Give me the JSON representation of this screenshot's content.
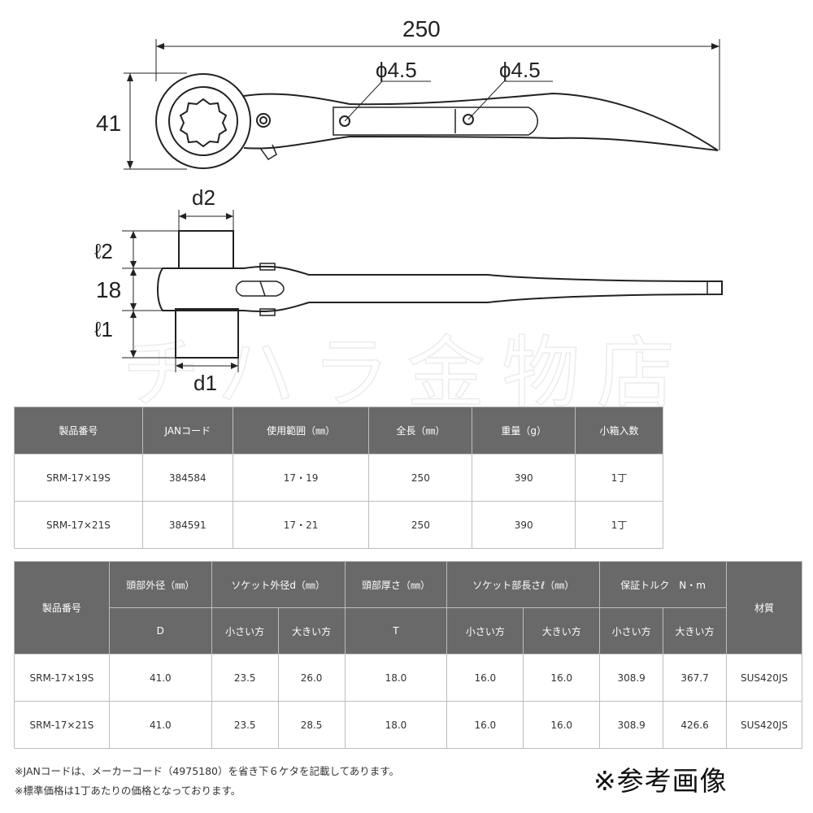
{
  "drawing": {
    "overall_length": "250",
    "head_diameter": "41",
    "hole1": "ϕ4.5",
    "hole2": "ϕ4.5",
    "d2": "d2",
    "l2": "ℓ2",
    "thickness": "18",
    "l1": "ℓ1",
    "d1": "d1"
  },
  "watermark": "チハラ金物店",
  "table1": {
    "headers": [
      "製品番号",
      "JANコード",
      "使用範囲（㎜）",
      "全長（㎜）",
      "重量（g）",
      "小箱入数"
    ],
    "rows": [
      [
        "SRM-17×19S",
        "384584",
        "17・19",
        "250",
        "390",
        "1丁"
      ],
      [
        "SRM-17×21S",
        "384591",
        "17・21",
        "250",
        "390",
        "1丁"
      ]
    ]
  },
  "table2": {
    "h_product": "製品番号",
    "h_head_dia": "頭部外径（㎜）",
    "h_socket_dia": "ソケット外径d（㎜）",
    "h_head_thick": "頭部厚さ（㎜）",
    "h_socket_len": "ソケット部長さℓ（㎜）",
    "h_torque": "保証トルク　N・m",
    "h_material": "材質",
    "h_D": "D",
    "h_T": "T",
    "h_small1": "小さい方",
    "h_large1": "大きい方",
    "h_small2": "小さい方",
    "h_large2": "大きい方",
    "h_small3": "小さい方",
    "h_large3": "大きい方",
    "rows": [
      [
        "SRM-17×19S",
        "41.0",
        "23.5",
        "26.0",
        "18.0",
        "16.0",
        "16.0",
        "308.9",
        "367.7",
        "SUS420JS"
      ],
      [
        "SRM-17×21S",
        "41.0",
        "23.5",
        "28.5",
        "18.0",
        "16.0",
        "16.0",
        "308.9",
        "426.6",
        "SUS420JS"
      ]
    ]
  },
  "notes": [
    "※JANコードは、メーカーコード（4975180）を省き下６ケタを記載してあります。",
    "※標準価格は1丁あたりの価格となっております。"
  ],
  "reference_label": "※参考画像"
}
